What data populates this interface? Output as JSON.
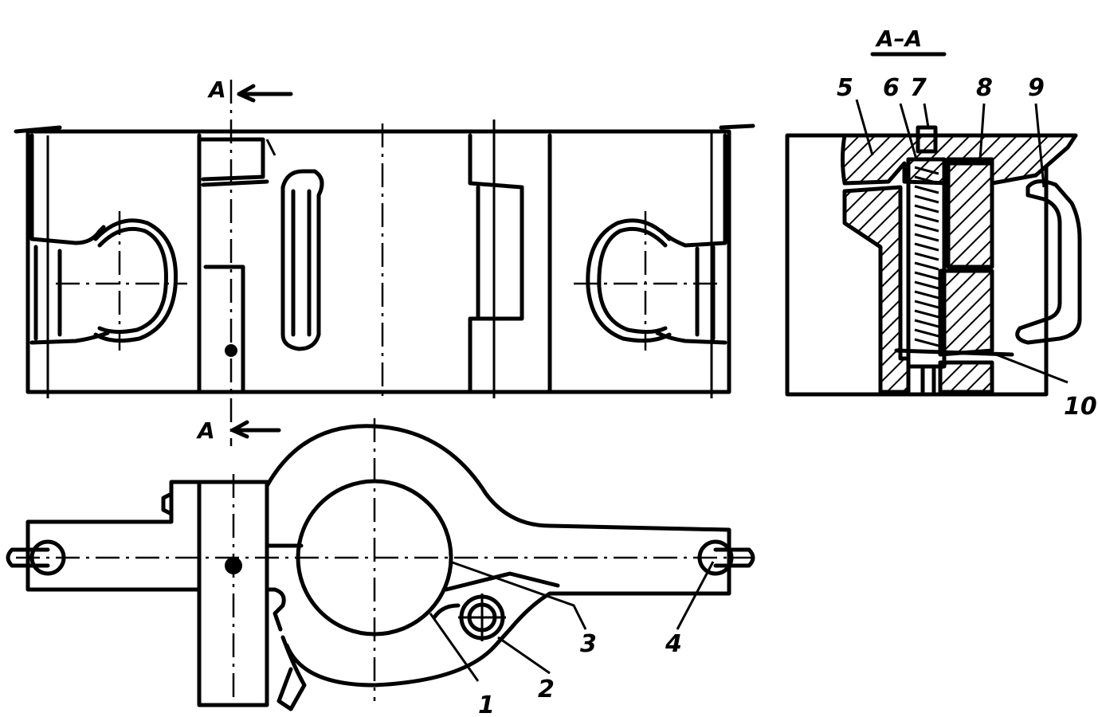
{
  "section_marks": {
    "top_letter": "A",
    "bottom_letter": "A",
    "section_title": "A–A"
  },
  "callouts": {
    "c1": "1",
    "c2": "2",
    "c3": "3",
    "c4": "4",
    "c5": "5",
    "c6": "6",
    "c7": "7",
    "c8": "8",
    "c9": "9",
    "c10": "10"
  },
  "colors": {
    "ink": "#000000",
    "paper": "#ffffff"
  }
}
